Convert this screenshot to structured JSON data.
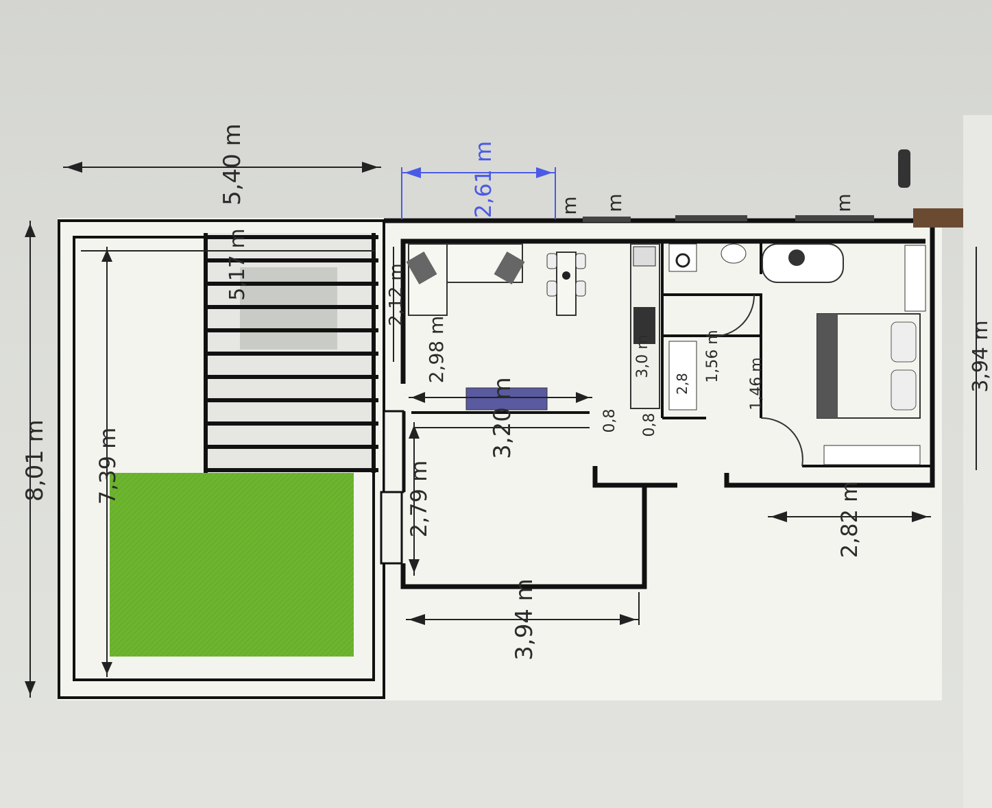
{
  "floorplan": {
    "dimensions": {
      "overall_height": "8,01 m",
      "overall_width": "5,40 m",
      "inner_height": "7,39 m",
      "balcony_width": "5,17 m",
      "bottom_room_width": "3,94 m",
      "bottom_room_depth": "2,79 m",
      "bedroom_width": "2,82 m",
      "bedroom_length": "3,94 m",
      "living_width": "3,20 m",
      "living_depth": "2,98 m",
      "selected_dim": "2,61 m",
      "living_small": "2,12 m",
      "bath_a": "3,0 m",
      "bath_b": "1,56 m",
      "bath_c": "1,46 m",
      "hall_a": "0,8",
      "hall_b": "0,8",
      "wc_a": "2,8",
      "small_m1": "m",
      "small_m2": "m",
      "small_m3": "m"
    },
    "colors": {
      "wall": "#111111",
      "grass": "#6eb52f",
      "selection": "#4a5ae6",
      "floor": "#f2f1e6",
      "rug": "#5a5aa0"
    }
  }
}
